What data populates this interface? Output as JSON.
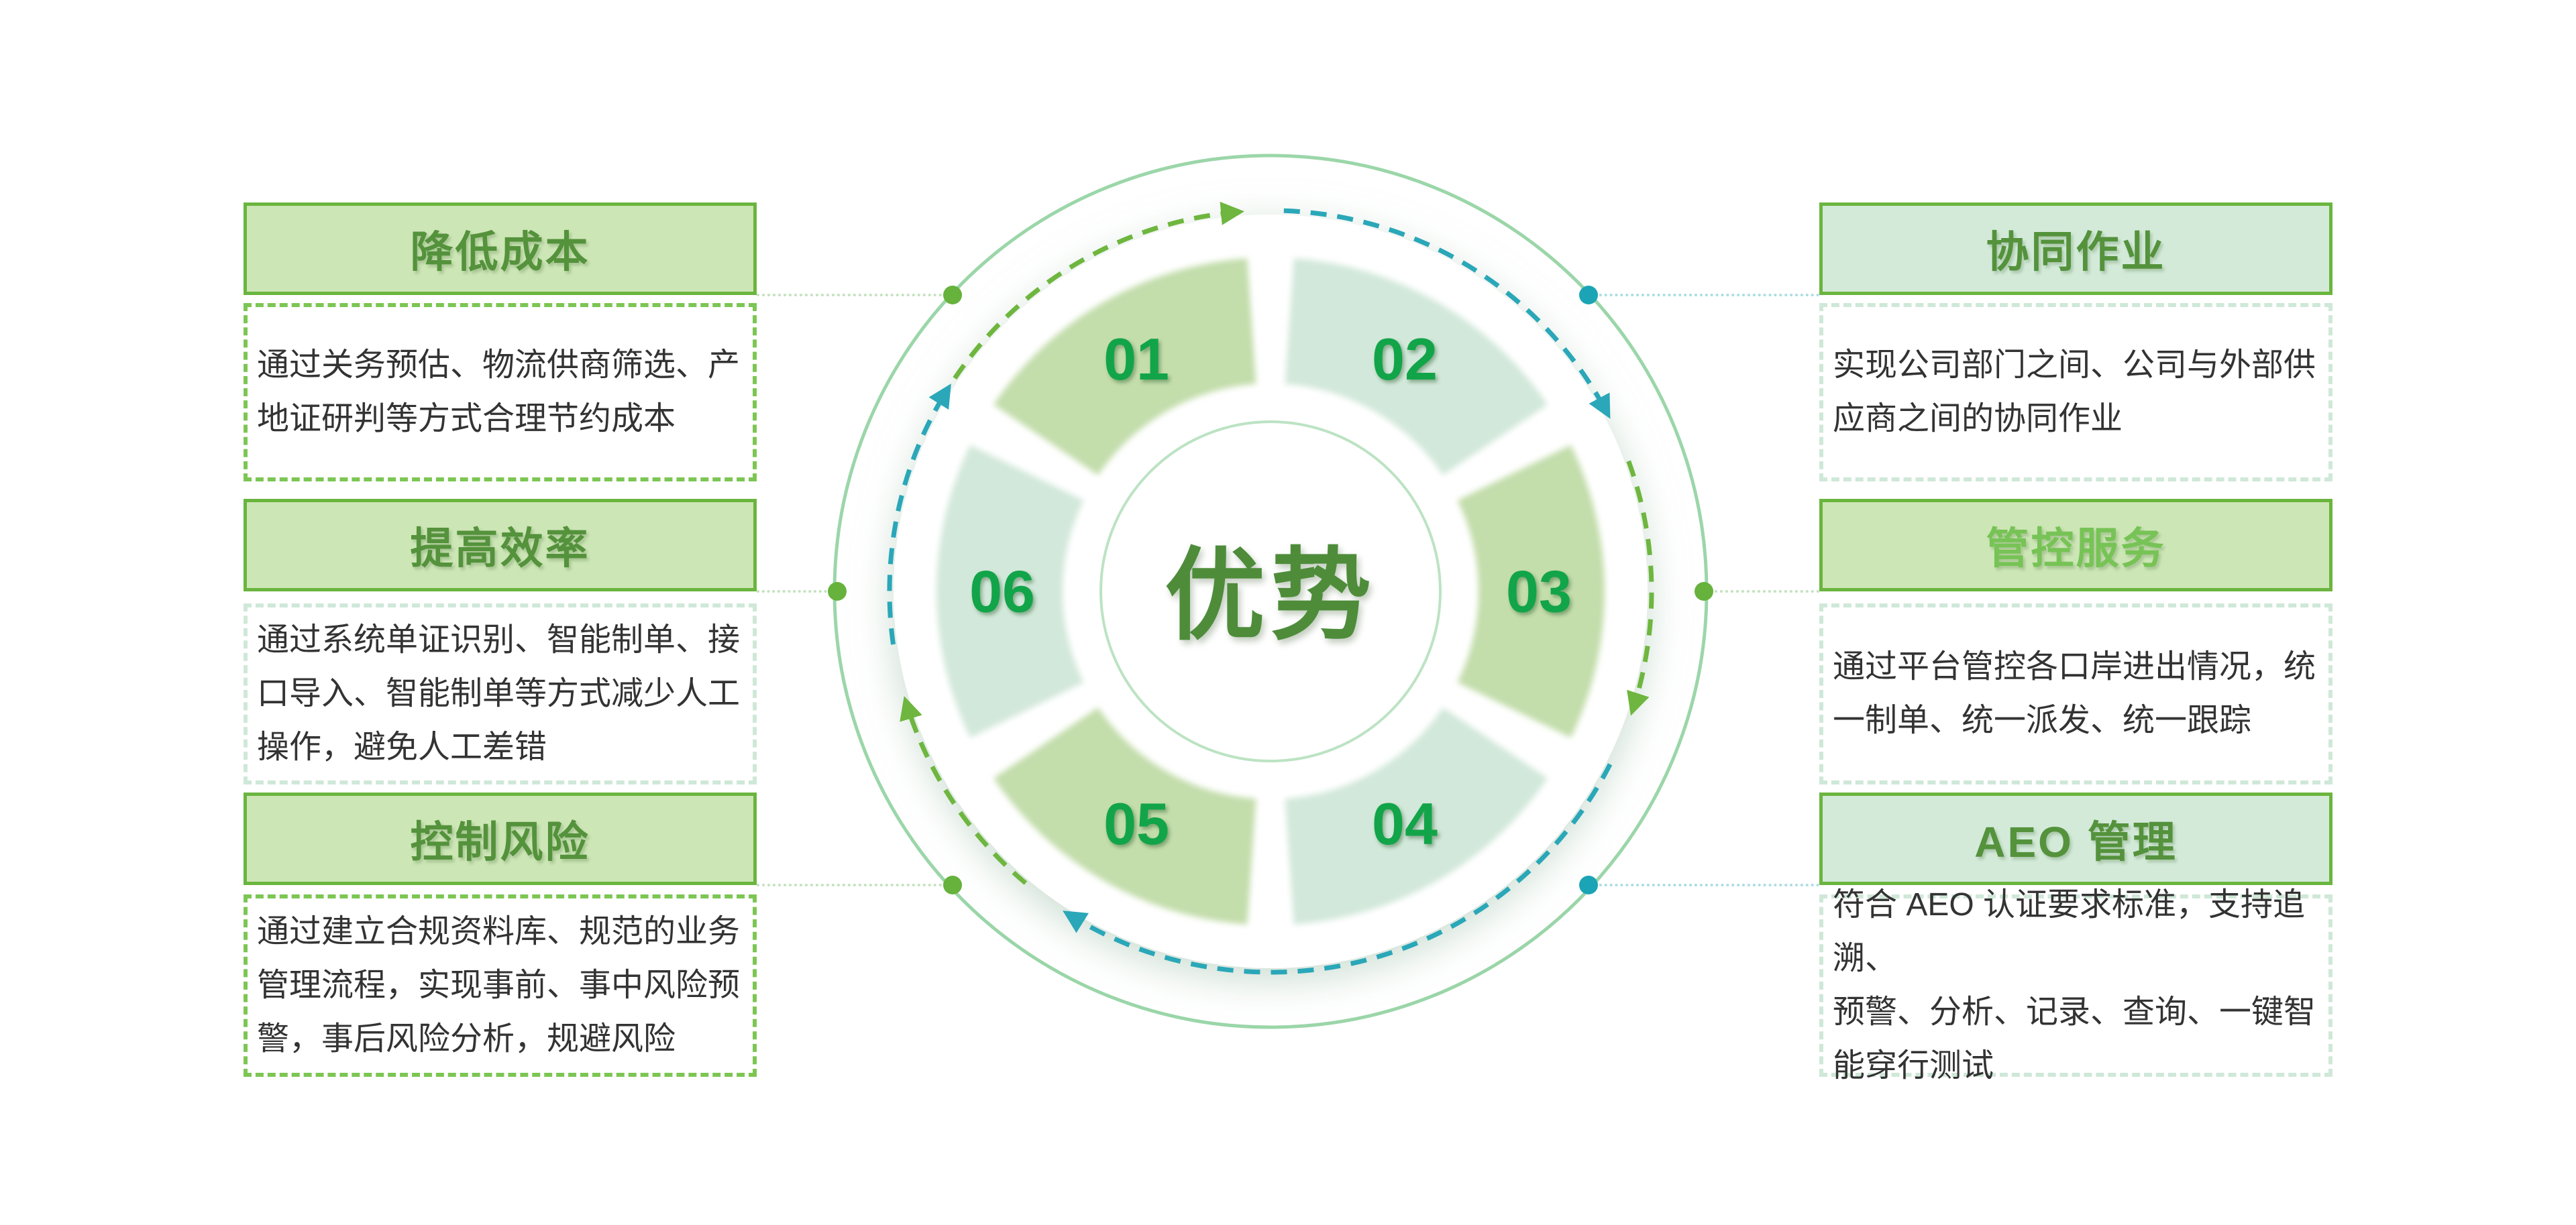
{
  "center": {
    "title": "优势",
    "title_color": "#4e8c3a",
    "number_color": "#12a449",
    "segments": [
      {
        "label": "01",
        "angle": 120,
        "fill": "#c3ddab"
      },
      {
        "label": "02",
        "angle": 60,
        "fill": "#d2e8da"
      },
      {
        "label": "03",
        "angle": 0,
        "fill": "#c3ddab"
      },
      {
        "label": "04",
        "angle": -60,
        "fill": "#d2e8da"
      },
      {
        "label": "05",
        "angle": -120,
        "fill": "#c3ddab"
      },
      {
        "label": "06",
        "angle": 180,
        "fill": "#d2e8da"
      }
    ],
    "flow_arcs": [
      {
        "from": 150,
        "to": 95,
        "color": "#6eb63f"
      },
      {
        "from": 88,
        "to": 28,
        "color": "#2aa7b8"
      },
      {
        "from": 20,
        "to": -18,
        "color": "#6eb63f"
      },
      {
        "from": -27,
        "to": -122,
        "color": "#2aa7b8"
      },
      {
        "from": -130,
        "to": -163,
        "color": "#6eb63f"
      },
      {
        "from": -172,
        "to": -212,
        "color": "#2aa7b8"
      }
    ],
    "outer_ring_color": "#9bd6a9",
    "inner_ring_color": "#bce3c3"
  },
  "left_panels": [
    {
      "title": "降低成本",
      "title_color": "#54923c",
      "fill": "#cde6b6",
      "dash_color": "#7cc653",
      "body": "通过关务预估、物流供商筛选、产\n地证研判等方式合理节约成本"
    },
    {
      "title": "提高效率",
      "title_color": "#54923c",
      "fill": "#cde6b6",
      "dash_color": "#cfe8d8",
      "body": "通过系统单证识别、智能制单、接\n口导入、智能制单等方式减少人工\n操作，避免人工差错"
    },
    {
      "title": "控制风险",
      "title_color": "#54923c",
      "fill": "#cde6b6",
      "dash_color": "#7cc653",
      "body": "通过建立合规资料库、规范的业务\n管理流程，实现事前、事中风险预\n警，事后风险分析，规避风险"
    }
  ],
  "right_panels": [
    {
      "title": "协同作业",
      "title_color": "#54923c",
      "fill": "#d3ead9",
      "dash_color": "#cfe8d8",
      "body": "实现公司部门之间、公司与外部供\n应商之间的协同作业"
    },
    {
      "title": "管控服务",
      "title_color": "#77c356",
      "fill": "#cde6b6",
      "dash_color": "#cfe8d8",
      "body": "通过平台管控各口岸进出情况，统\n一制单、统一派发、统一跟踪"
    },
    {
      "title": "AEO 管理",
      "title_color": "#54923c",
      "fill": "#d3ead9",
      "dash_color": "#cfe8d8",
      "body": "符合 AEO 认证要求标准，支持追溯、\n预警、分析、记录、查询、一键智\n能穿行测试"
    }
  ],
  "colors": {
    "box_border_green": "#6ab53e",
    "dot_green": "#66b23c",
    "dot_teal": "#1ba4b5",
    "connector_green": "#c2e2bd",
    "connector_teal": "#a9dde2",
    "body_text": "#333333"
  }
}
